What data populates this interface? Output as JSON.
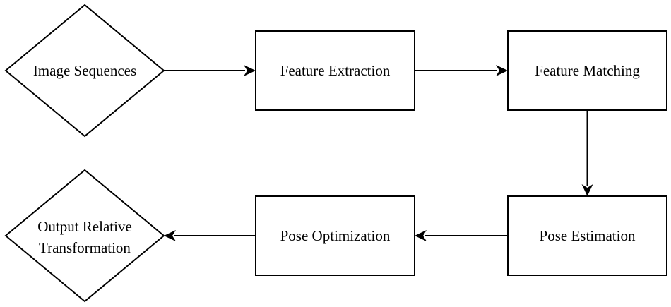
{
  "diagram": {
    "nodes": [
      {
        "id": "image-sequences",
        "shape": "diamond",
        "label": "Image Sequences"
      },
      {
        "id": "feature-extraction",
        "shape": "rectangle",
        "label": "Feature Extraction"
      },
      {
        "id": "feature-matching",
        "shape": "rectangle",
        "label": "Feature Matching"
      },
      {
        "id": "pose-estimation",
        "shape": "rectangle",
        "label": "Pose Estimation"
      },
      {
        "id": "pose-optimization",
        "shape": "rectangle",
        "label": "Pose Optimization"
      },
      {
        "id": "output-relative-transformation",
        "shape": "diamond",
        "label_lines": [
          "Output Relative",
          "Transformation"
        ]
      }
    ],
    "edges": [
      {
        "from": "image-sequences",
        "to": "feature-extraction"
      },
      {
        "from": "feature-extraction",
        "to": "feature-matching"
      },
      {
        "from": "feature-matching",
        "to": "pose-estimation"
      },
      {
        "from": "pose-estimation",
        "to": "pose-optimization"
      },
      {
        "from": "pose-optimization",
        "to": "output-relative-transformation"
      }
    ],
    "colors": {
      "stroke": "#000000",
      "fill": "#ffffff",
      "text": "#000000"
    }
  }
}
